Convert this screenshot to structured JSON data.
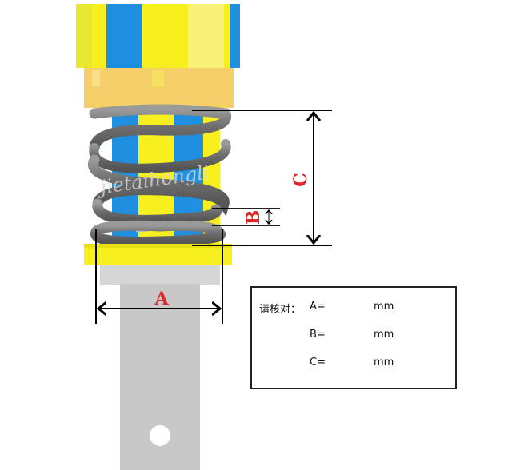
{
  "diagram": {
    "labels": {
      "a": "A",
      "b": "B",
      "c": "C"
    },
    "watermark": "jietaihongli",
    "colors": {
      "yellow": "#f7f01e",
      "blue": "#1f8fe0",
      "collar": "#f5cf68",
      "spring": "#7a7a7a",
      "stem": "#c8c8c8",
      "dimension_text": "#e0262a"
    }
  },
  "check_box": {
    "prompt": "请核对：",
    "rows": [
      {
        "label": "A=",
        "unit": "mm"
      },
      {
        "label": "B=",
        "unit": "mm"
      },
      {
        "label": "C=",
        "unit": "mm"
      }
    ]
  }
}
